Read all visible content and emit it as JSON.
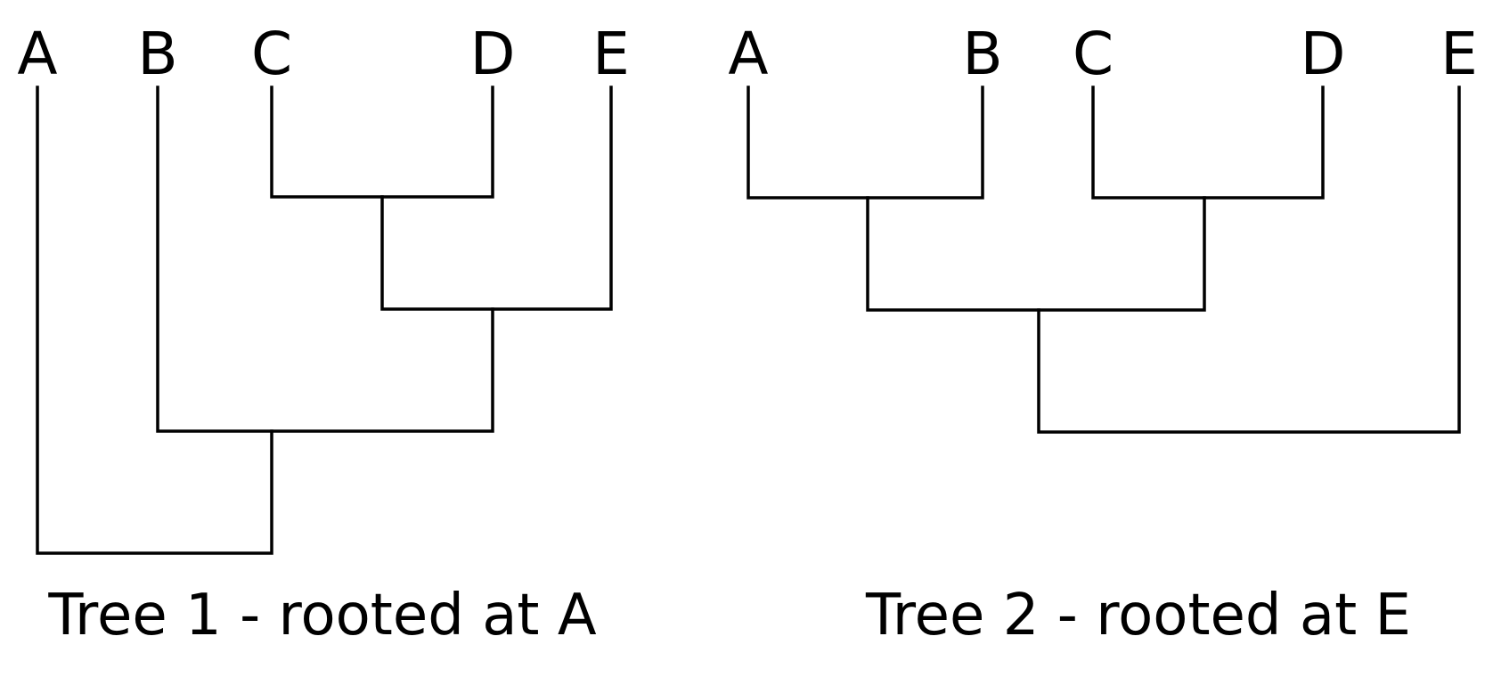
{
  "trees": [
    {
      "caption": "Tree 1 - rooted at A",
      "leaves": [
        "A",
        "B",
        "C",
        "D",
        "E"
      ],
      "clades": [
        {
          "name": "C+D",
          "children": [
            "C",
            "D"
          ]
        },
        {
          "name": "CD+E",
          "children": [
            "C+D",
            "E"
          ]
        },
        {
          "name": "B+CDE",
          "children": [
            "B",
            "CD+E"
          ]
        },
        {
          "name": "root",
          "children": [
            "A",
            "B+CDE"
          ]
        }
      ]
    },
    {
      "caption": "Tree 2 - rooted at E",
      "leaves": [
        "A",
        "B",
        "C",
        "D",
        "E"
      ],
      "clades": [
        {
          "name": "A+B",
          "children": [
            "A",
            "B"
          ]
        },
        {
          "name": "C+D",
          "children": [
            "C",
            "D"
          ]
        },
        {
          "name": "AB+CD",
          "children": [
            "A+B",
            "C+D"
          ]
        },
        {
          "name": "root",
          "children": [
            "AB+CD",
            "E"
          ]
        }
      ]
    }
  ],
  "colors": {
    "line": "#000000",
    "text": "#000000",
    "background": "#ffffff"
  }
}
